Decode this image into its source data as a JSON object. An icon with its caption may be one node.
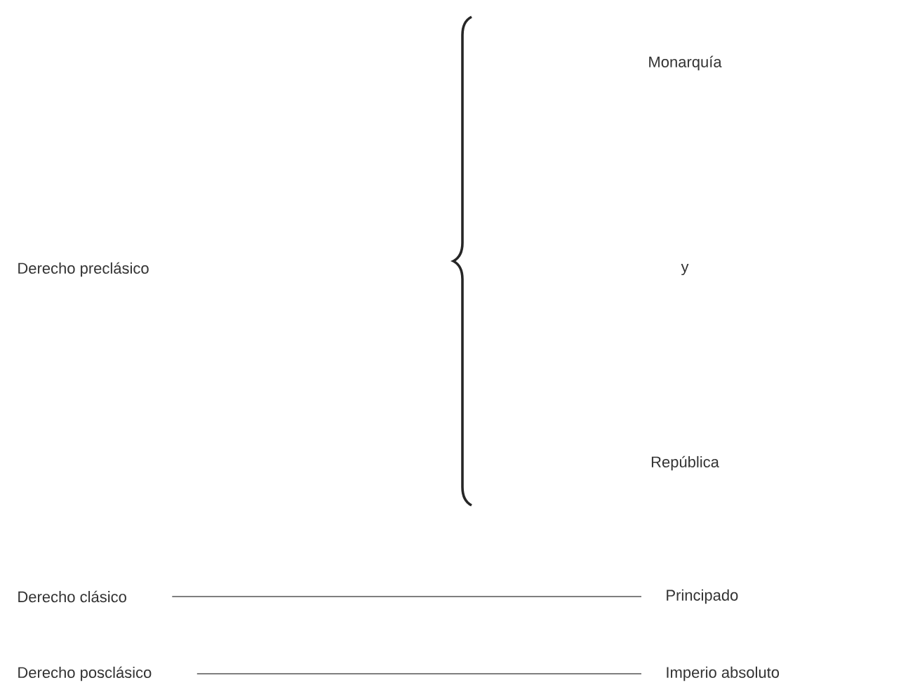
{
  "diagram": {
    "nodes": [
      {
        "text": [
          "Derecho preclásico"
        ]
      },
      {
        "text": [
          "Monarquía"
        ]
      },
      {
        "text": [
          "y"
        ]
      },
      {
        "text": [
          "República"
        ]
      },
      {
        "text": [
          "Derecho clásico"
        ]
      },
      {
        "text": [
          "Principado"
        ]
      },
      {
        "text": [
          "Derecho posclásico"
        ]
      },
      {
        "text": [
          "Imperio absoluto"
        ]
      }
    ],
    "edges": [
      {
        "from": 4,
        "to": 5,
        "arrow": "none"
      },
      {
        "from": 6,
        "to": 7,
        "arrow": "none"
      }
    ]
  }
}
